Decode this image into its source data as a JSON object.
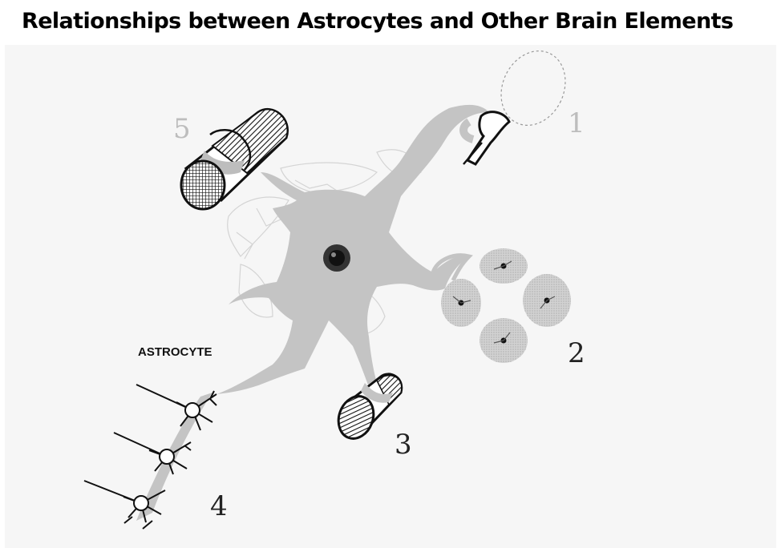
{
  "title": "Relationships between Astrocytes and Other Brain Elements",
  "labels": {
    "astrocyte": "ASTROCYTE",
    "n1": "1",
    "n2": "2",
    "n3": "3",
    "n4": "4",
    "n5": "5"
  },
  "colors": {
    "astrocyte_fill": "#c4c4c4",
    "ink": "#111111",
    "light_label": "#bdbdbd",
    "dark_label": "#222222",
    "background": "#f6f6f6"
  }
}
